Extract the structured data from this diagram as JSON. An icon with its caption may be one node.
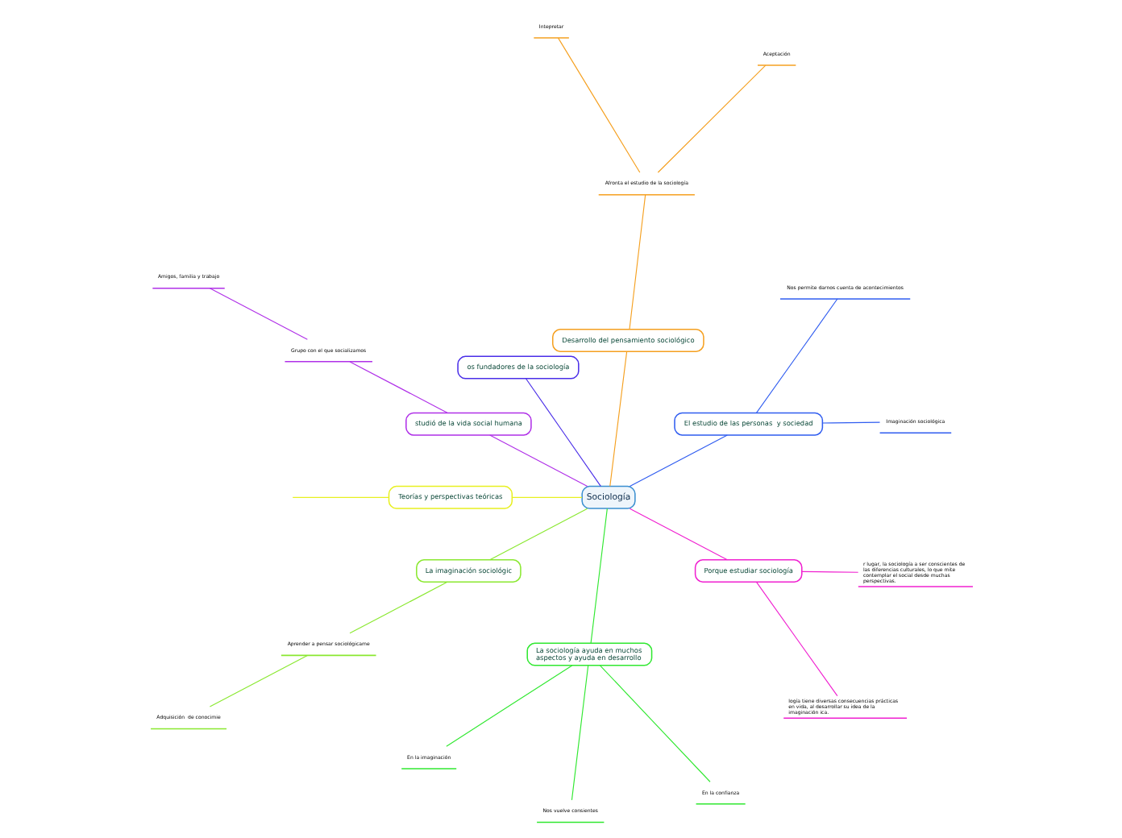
{
  "diagram": {
    "nodes": [
      {
        "text": [
          "Sociología"
        ]
      },
      {
        "text": [
          "El estudio de las personas  y sociedad"
        ]
      },
      {
        "text": [
          "Imaginación sociológica"
        ]
      },
      {
        "text": [
          "Nos permite darnos cuenta de acontecimientos"
        ]
      },
      {
        "text": [
          "Desarrollo del pensamiento sociológico"
        ]
      },
      {
        "text": [
          "Afronta el estudio de la sociología"
        ]
      },
      {
        "text": [
          "Aceptación"
        ]
      },
      {
        "text": [
          "Intepretar"
        ]
      },
      {
        "text": [
          "os fundadores de la sociología"
        ]
      },
      {
        "text": [
          "studió de la vida social humana"
        ]
      },
      {
        "text": [
          "Grupo con el que socializamos"
        ]
      },
      {
        "text": [
          "Amigos, familia y trabajo"
        ]
      },
      {
        "text": [
          "Teorías y perspectivas teóricas"
        ]
      },
      {
        "text": [
          "La imaginación sociológic"
        ]
      },
      {
        "text": [
          "Aprender a pensar sociológicame"
        ]
      },
      {
        "text": [
          "Adquisición  de conocimie"
        ]
      },
      {
        "text": [
          "La sociología ayuda en muchos aspectos y ayuda en desarrollo"
        ]
      },
      {
        "text": [
          "En la imaginación"
        ]
      },
      {
        "text": [
          "Nos vuelve consientes"
        ]
      },
      {
        "text": [
          "En la confianza"
        ]
      },
      {
        "text": [
          "Porque estudiar sociología"
        ]
      },
      {
        "text": [
          "logía tiene diversas consecuencias prácticas en vida, al desarrollar su idea de la imaginación ica."
        ]
      },
      {
        "text": [
          "r lugar, la sociología a ser conscientes de las diferencias culturales, lo que mite contemplar el social desde muchas perspectivas."
        ]
      }
    ],
    "edges": [
      {
        "from": 0,
        "to": 1,
        "arrow": "none",
        "color": "#2f5cf0"
      },
      {
        "from": 1,
        "to": 2,
        "arrow": "none",
        "color": "#2f5cf0"
      },
      {
        "from": 1,
        "to": 3,
        "arrow": "none",
        "color": "#2f5cf0"
      },
      {
        "from": 0,
        "to": 4,
        "arrow": "none",
        "color": "#f5a020"
      },
      {
        "from": 4,
        "to": 5,
        "arrow": "none",
        "color": "#f5a020"
      },
      {
        "from": 5,
        "to": 6,
        "arrow": "none",
        "color": "#f5a020"
      },
      {
        "from": 5,
        "to": 7,
        "arrow": "none",
        "color": "#f5a020"
      },
      {
        "from": 0,
        "to": 8,
        "arrow": "none",
        "color": "#4a2ee8"
      },
      {
        "from": 0,
        "to": 9,
        "arrow": "none",
        "color": "#b030e8"
      },
      {
        "from": 9,
        "to": 10,
        "arrow": "none",
        "color": "#b030e8"
      },
      {
        "from": 10,
        "to": 11,
        "arrow": "none",
        "color": "#b030e8"
      },
      {
        "from": 0,
        "to": 12,
        "arrow": "none",
        "color": "#e8f020"
      },
      {
        "from": 12,
        "to": null,
        "arrow": "none",
        "color": "#e8f020"
      },
      {
        "from": 0,
        "to": 13,
        "arrow": "none",
        "color": "#8ae830"
      },
      {
        "from": 13,
        "to": 14,
        "arrow": "none",
        "color": "#8ae830"
      },
      {
        "from": 14,
        "to": 15,
        "arrow": "none",
        "color": "#8ae830"
      },
      {
        "from": 0,
        "to": 16,
        "arrow": "none",
        "color": "#30e830"
      },
      {
        "from": 16,
        "to": 17,
        "arrow": "none",
        "color": "#30e830"
      },
      {
        "from": 16,
        "to": 18,
        "arrow": "none",
        "color": "#30e830"
      },
      {
        "from": 16,
        "to": 19,
        "arrow": "none",
        "color": "#30e830"
      },
      {
        "from": 0,
        "to": 20,
        "arrow": "none",
        "color": "#f020d0"
      },
      {
        "from": 20,
        "to": 21,
        "arrow": "none",
        "color": "#f020d0"
      },
      {
        "from": 20,
        "to": 22,
        "arrow": "none",
        "color": "#f020d0"
      }
    ]
  }
}
